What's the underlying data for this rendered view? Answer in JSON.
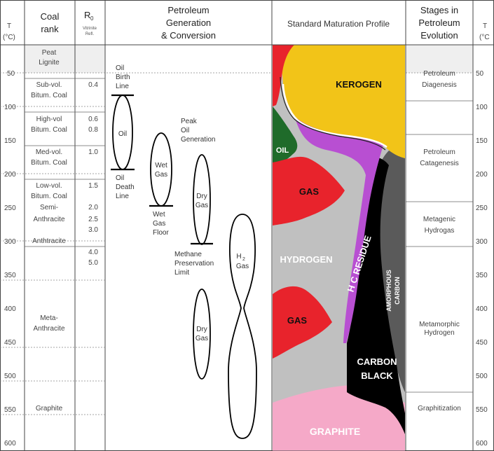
{
  "headers": {
    "t_left": "T",
    "t_left_unit": "(°C)",
    "coal_rank_1": "Coal",
    "coal_rank_2": "rank",
    "r0": "R",
    "r0_sub": "0",
    "r0_desc_1": "Vitrinite",
    "r0_desc_2": "Refl.",
    "petro_1": "Petroleum",
    "petro_2": "Generation",
    "petro_3": "& Conversion",
    "profile": "Standard Maturation Profile",
    "stages_1": "Stages in",
    "stages_2": "Petroleum",
    "stages_3": "Evolution",
    "t_right": "T",
    "t_right_unit": "(°C"
  },
  "temperature_ticks": [
    "50",
    "100",
    "150",
    "200",
    "250",
    "300",
    "350",
    "400",
    "450",
    "500",
    "550",
    "600"
  ],
  "coal_ranks": [
    {
      "lines": [
        "Peat",
        "Lignite"
      ]
    },
    {
      "lines": [
        "Sub-vol.",
        "Bitum. Coal"
      ]
    },
    {
      "lines": [
        "High-vol",
        "Bitum. Coal"
      ]
    },
    {
      "lines": [
        "Med-vol.",
        "Bitum. Coal"
      ]
    },
    {
      "lines": [
        "Low-vol.",
        "Bitum. Coal"
      ]
    },
    {
      "lines": [
        "Semi-"
      ]
    },
    {
      "lines": [
        "Anthracite"
      ]
    },
    {
      "lines": [
        "Anthtracite"
      ]
    },
    {
      "lines": [
        "Meta-",
        "Anthracite"
      ]
    },
    {
      "lines": [
        "Graphite"
      ]
    }
  ],
  "vitrinite_values": [
    "0.4",
    "0.6",
    "0.8",
    "1.0",
    "1.5",
    "2.0",
    "2.5",
    "3.0",
    "4.0",
    "5.0"
  ],
  "generation_labels": {
    "oil_birth": [
      "Oil",
      "Birth",
      "Line"
    ],
    "oil": "Oil",
    "oil_death": [
      "Oil",
      "Death",
      "Line"
    ],
    "peak_oil": [
      "Peak",
      "Oil",
      "Generation"
    ],
    "wet_gas": [
      "Wet",
      "Gas"
    ],
    "wet_gas_floor": [
      "Wet",
      "Gas",
      "Floor"
    ],
    "dry_gas_1": [
      "Dry",
      "Gas"
    ],
    "methane": [
      "Methane",
      "Preservation",
      "Limit"
    ],
    "h2_gas": [
      "H",
      "2",
      "Gas"
    ],
    "dry_gas_2": [
      "Dry",
      "Gas"
    ]
  },
  "profile_labels": {
    "kerogen": "KEROGEN",
    "oil": "OIL",
    "gas_upper": "GAS",
    "hydrogen": "HYDROGEN",
    "hc_residue": "H C RESIDUE",
    "amorphous_1": "AMORPHOUS",
    "amorphous_2": "CARBON",
    "gas_lower": "GAS",
    "carbon_1": "CARBON",
    "carbon_2": "BLACK",
    "graphite": "GRAPHITE"
  },
  "stages": [
    {
      "lines": [
        "Petroleum",
        "Diagenesis"
      ]
    },
    {
      "lines": [
        "Petroleum",
        "Catagenesis"
      ]
    },
    {
      "lines": [
        "Metagenic",
        "Hydrogas"
      ]
    },
    {
      "lines": [
        "Metamorphic",
        "Hydrogen"
      ]
    },
    {
      "lines": [
        "Graphitization"
      ]
    }
  ],
  "colors": {
    "kerogen": "#f2c418",
    "oil": "#1f6b2a",
    "gas": "#e8232c",
    "hydrogen": "#c0c0c0",
    "hc_residue": "#b84fd2",
    "amorphous_carbon": "#5a5a5a",
    "carbon_black": "#000000",
    "graphite": "#f5a9c8"
  }
}
